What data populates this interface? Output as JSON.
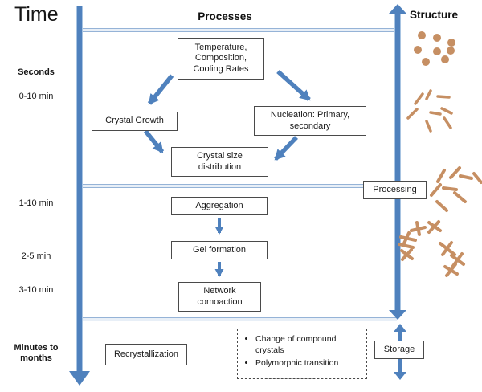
{
  "titles": {
    "time": "Time",
    "processes": "Processes",
    "structure": "Structure"
  },
  "time_labels": {
    "seconds": "Seconds",
    "range_0": "0-10 min",
    "range_1": "1-10 min",
    "range_2": "2-5 min",
    "range_3": "3-10 min",
    "minutes_months": "Minutes to months"
  },
  "boxes": {
    "temperature": "Temperature, Composition, Cooling Rates",
    "crystal_growth": "Crystal Growth",
    "nucleation": "Nucleation: Primary, secondary",
    "crystal_size": "Crystal size distribution",
    "processing": "Processing",
    "aggregation": "Aggregation",
    "gel_formation": "Gel formation",
    "network_compaction": "Network comoaction",
    "recrystallization": "Recrystallization",
    "storage": "Storage"
  },
  "notes": {
    "items": [
      "Change of compound crystals",
      "Polymorphic transition"
    ]
  },
  "icons": {
    "time_axis": "time-axis-down-arrow",
    "structure_axis": "structure-axis-up-down-arrow",
    "storage_arrow": "storage-double-arrow",
    "particles": "nucleation-dots-icon",
    "needles": "crystal-needles-icon",
    "rods": "crystal-rods-icon",
    "network": "crystal-network-icon"
  },
  "colors": {
    "accent_blue": "#4f81bd",
    "divider_fill": "#e8eff7",
    "divider_edge": "#95b3d7",
    "crystal_tan": "#c68f63",
    "box_border": "#4a4a4a"
  }
}
